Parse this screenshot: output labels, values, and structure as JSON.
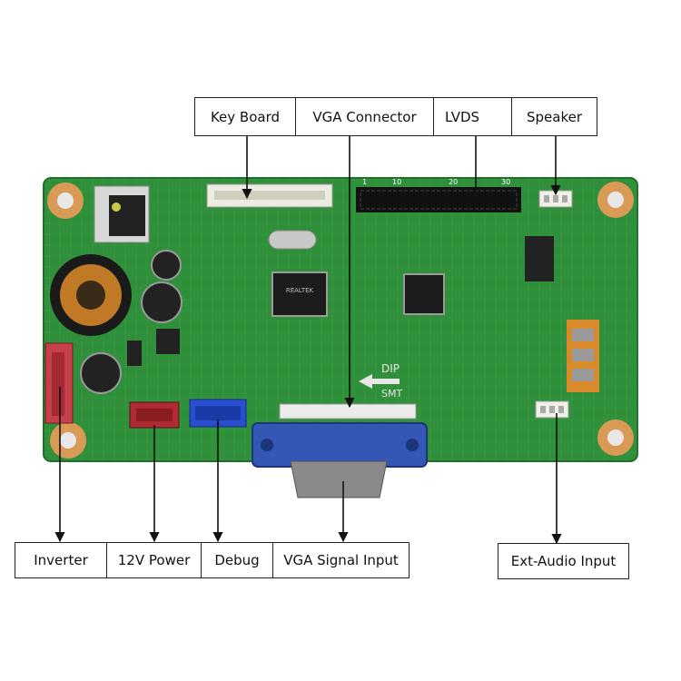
{
  "labels": {
    "top": [
      "Key Board",
      "VGA Connector",
      "LVDS",
      "Speaker"
    ],
    "bottom": [
      "Inverter",
      "12V Power",
      "Debug",
      "VGA Signal Input",
      "Ext-Audio Input"
    ]
  },
  "board": {
    "silkscreen": {
      "dip": "DIP",
      "smt": "SMT",
      "header_numbers": [
        "1",
        "10",
        "20",
        "30"
      ],
      "ic_brand": "REALTEK"
    },
    "colors": {
      "pcb": "#2f8f3a",
      "pcb_dark": "#1f6e2a",
      "vga_blue": "#3457b5",
      "inverter_red": "#c6404a",
      "power_red": "#b02a34",
      "debug_blue": "#2a4ed0",
      "pad_copper": "#d99a55"
    }
  }
}
